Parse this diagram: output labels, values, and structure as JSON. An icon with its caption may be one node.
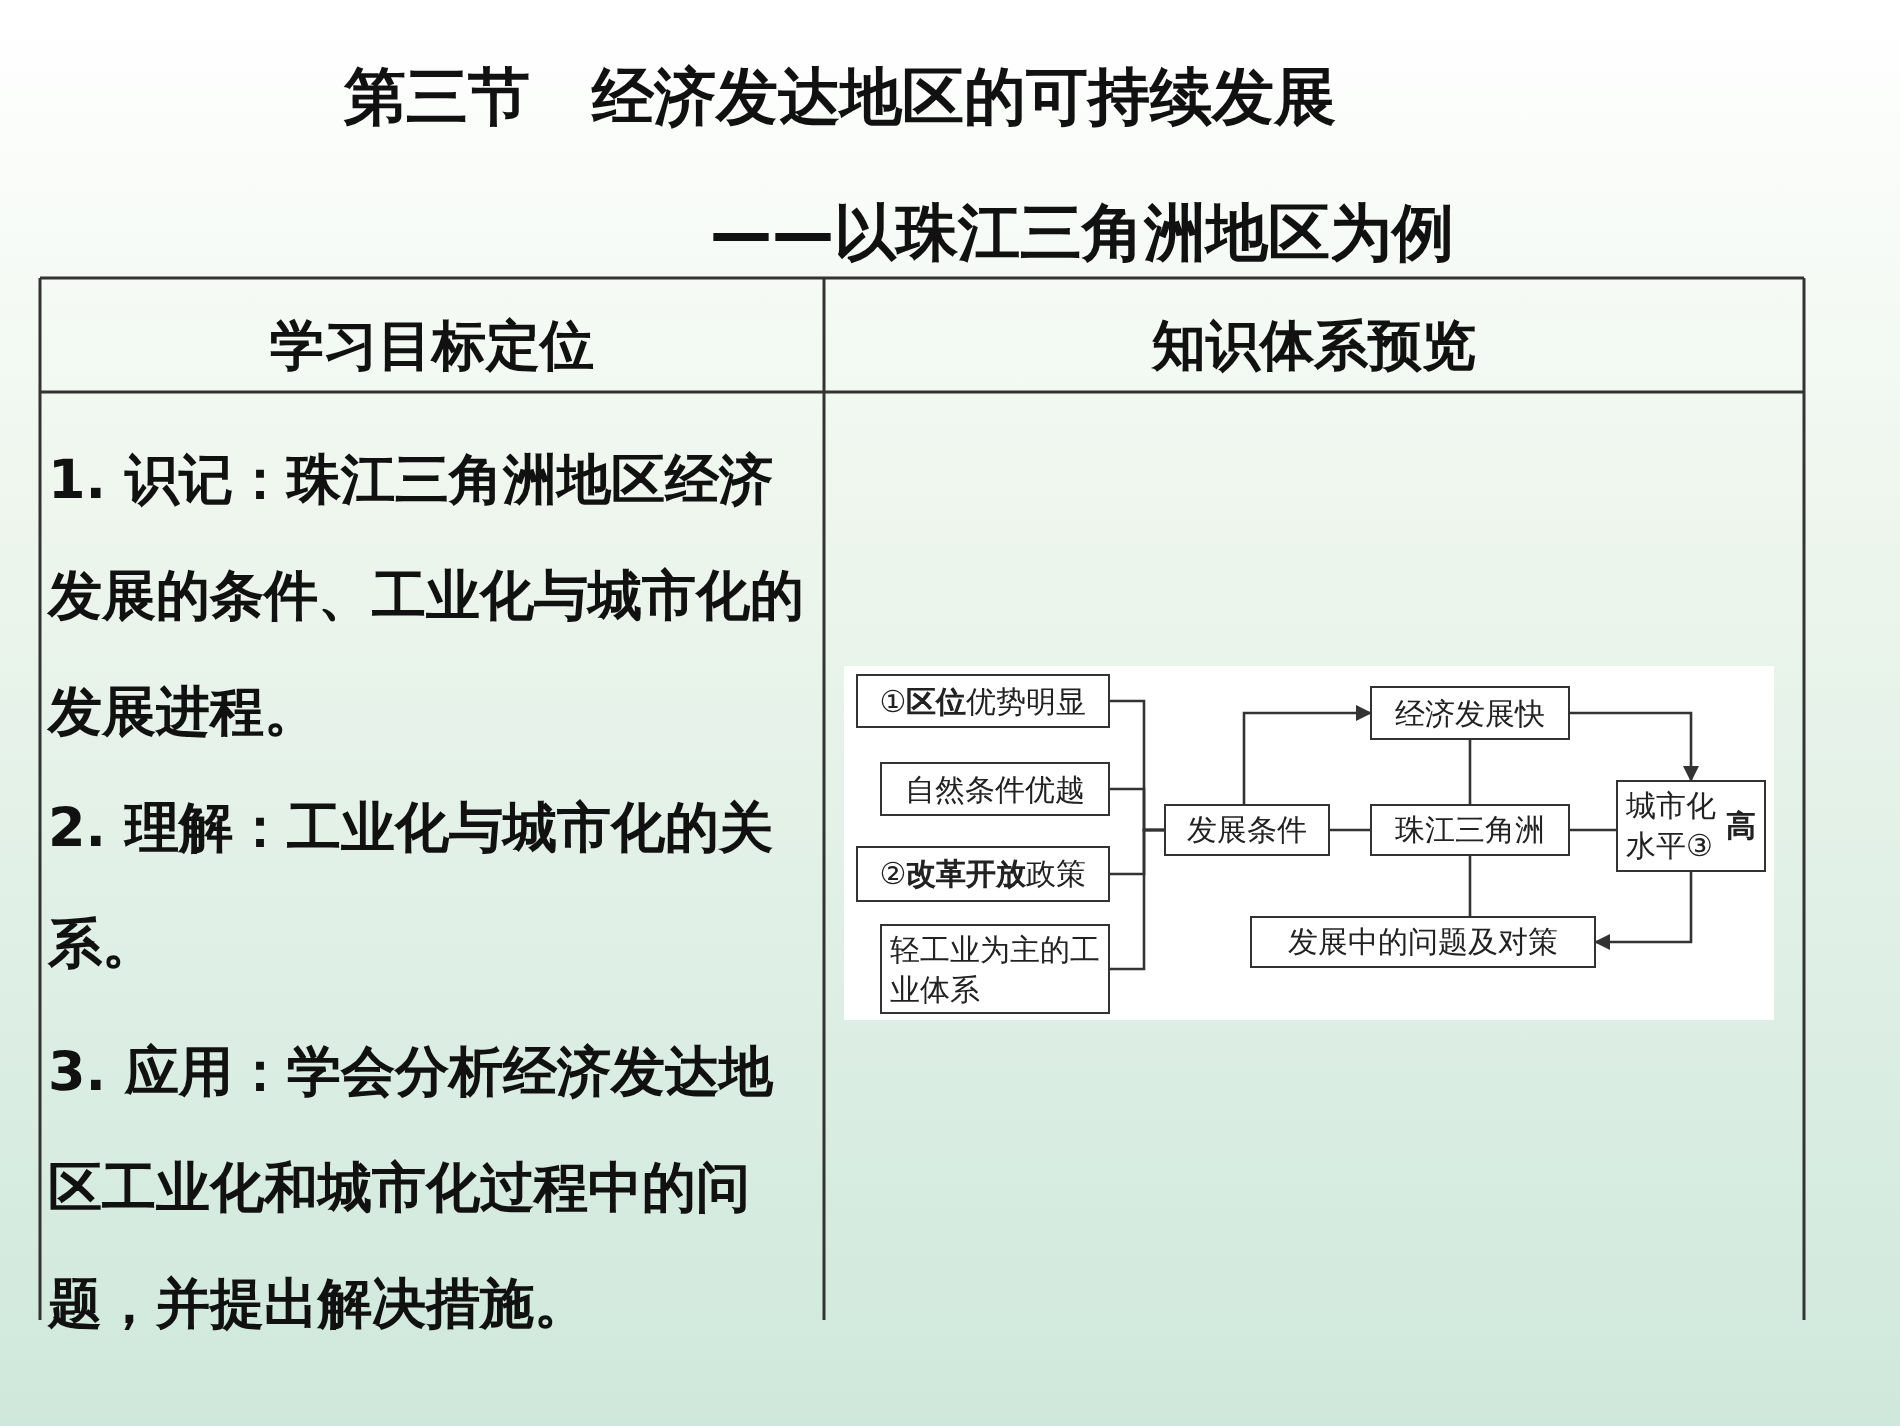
{
  "diagram": {
    "title": "第三节　经济发达地区的可持续发展",
    "nodes": [
      {
        "text": [
          "①**区位**优势明显"
        ]
      },
      {
        "text": [
          "自然条件优越"
        ]
      },
      {
        "text": [
          "②**改革开放**政策"
        ]
      },
      {
        "text": [
          "轻工业为主的工业体系"
        ]
      },
      {
        "text": [
          "发展条件"
        ]
      },
      {
        "text": [
          "经济发展快"
        ]
      },
      {
        "text": [
          "珠江三角洲"
        ]
      },
      {
        "text": [
          "城市化水平③**高**"
        ]
      },
      {
        "text": [
          "发展中的问题及对策"
        ]
      }
    ],
    "edges": [
      {
        "from": 0,
        "to": 4,
        "arrow": "none"
      },
      {
        "from": 1,
        "to": 4,
        "arrow": "none"
      },
      {
        "from": 2,
        "to": 4,
        "arrow": "none"
      },
      {
        "from": 3,
        "to": 4,
        "arrow": "none"
      },
      {
        "from": 4,
        "to": 5,
        "arrow": "to"
      },
      {
        "from": 5,
        "to": 7,
        "arrow": "to"
      },
      {
        "from": 7,
        "to": 8,
        "arrow": "to"
      },
      {
        "from": 6,
        "to": 5,
        "arrow": "none"
      },
      {
        "from": 6,
        "to": 8,
        "arrow": "none"
      },
      {
        "from": 4,
        "to": 6,
        "arrow": "none"
      },
      {
        "from": 6,
        "to": 7,
        "arrow": "none"
      }
    ],
    "labels": [
      "——以珠江三角洲地区为例",
      "学习目标定位",
      "知识体系预览",
      "1. 识记：珠江三角洲地区经济发展的条件、工业化与城市化的发展进程。",
      "2. 理解：工业化与城市化的关系。",
      "3. 应用：学会分析经济发达地区工业化和城市化过程中的问题，并提出解决措施。"
    ]
  }
}
